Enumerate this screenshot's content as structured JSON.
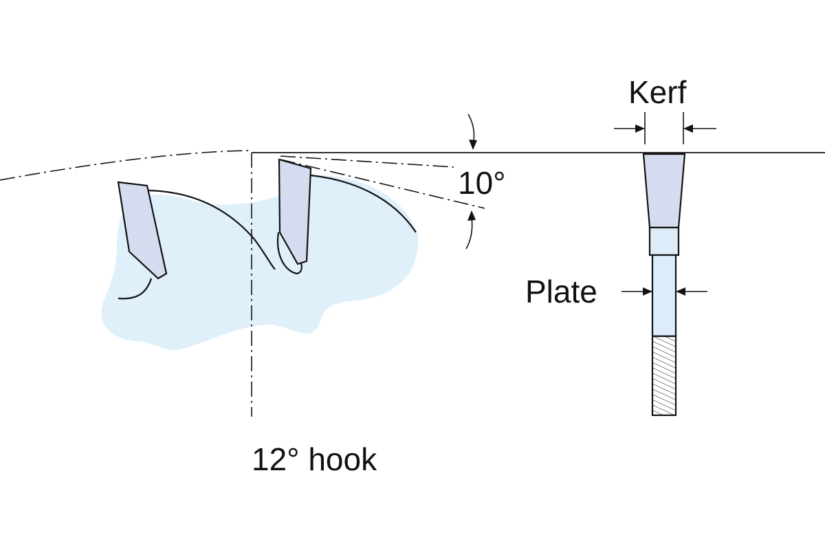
{
  "labels": {
    "kerf": "Kerf",
    "plate": "Plate",
    "top_angle": "10°",
    "hook": "12° hook"
  },
  "colors": {
    "ink": "#111111",
    "blade_fill": "#dff0fa",
    "tooth_fill": "#d5dcef",
    "plate_fill": "#dcecf8"
  }
}
